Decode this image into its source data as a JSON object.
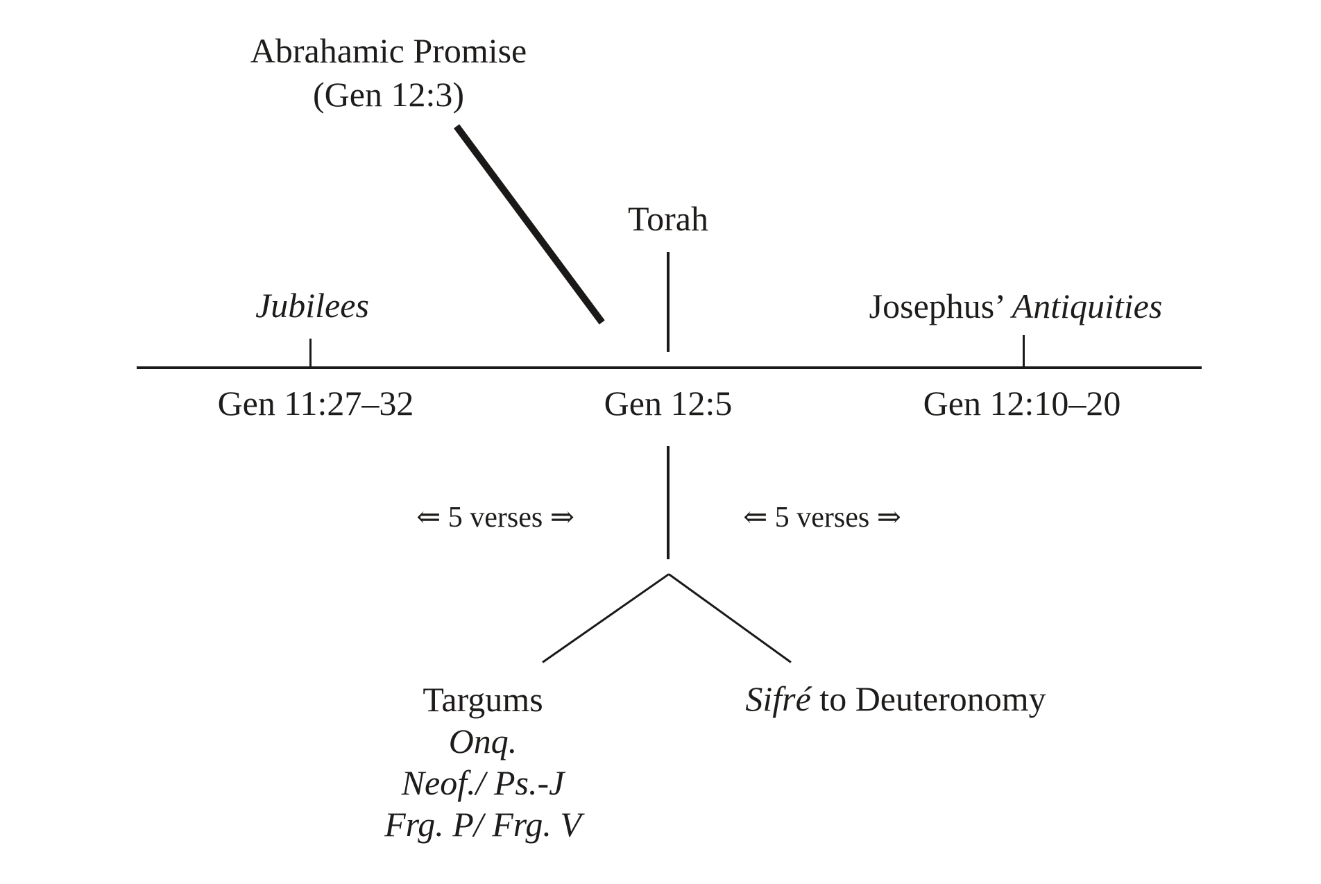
{
  "figure": {
    "background": "#ffffff",
    "ink": "#1e1c1a",
    "promise": {
      "line1": "Abrahamic Promise",
      "line2": "(Gen 12:3)"
    },
    "torah_label": "Torah",
    "jubilees_label": "Jubilees",
    "josephus": {
      "prefix": "Josephus’ ",
      "title": "Antiquities"
    },
    "timeline_labels": {
      "left": "Gen 11:27–32",
      "center": "Gen 12:5",
      "right": "Gen 12:10–20"
    },
    "verses": {
      "left": "⇐ 5 verses ⇒",
      "right": "⇐ 5 verses ⇒"
    },
    "targums": {
      "title": "Targums",
      "line1": "Onq.",
      "line2": "Neof./ Ps.-J",
      "line3": "Frg. P/ Frg. V"
    },
    "sifre": {
      "title": "Sifré",
      "suffix": " to Deuteronomy"
    }
  }
}
